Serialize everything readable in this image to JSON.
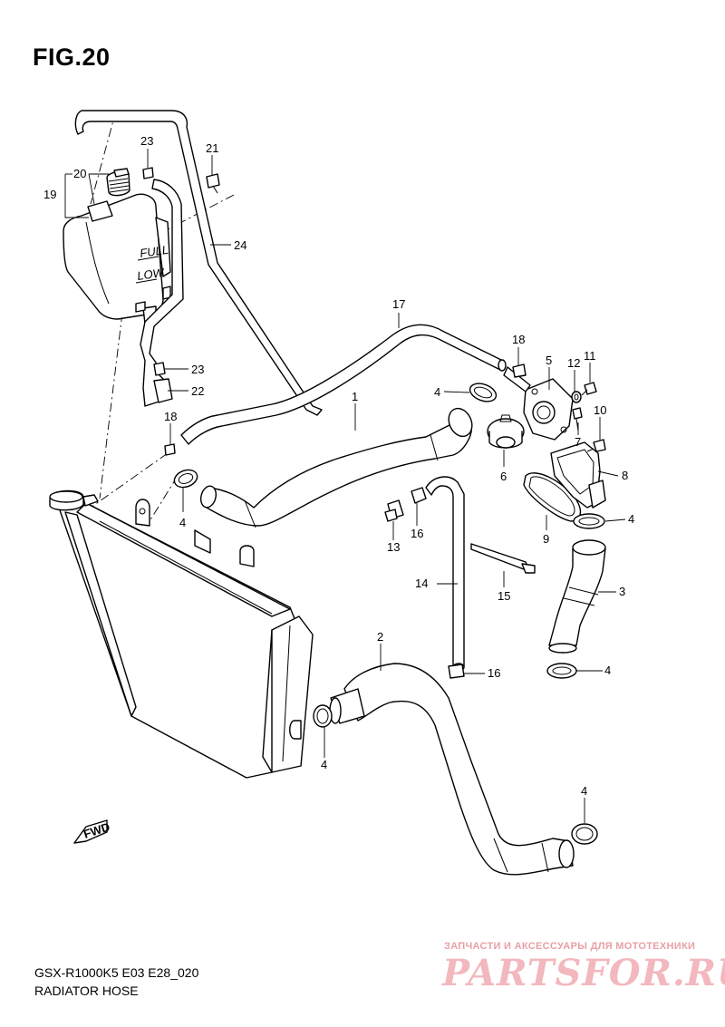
{
  "figure": {
    "title": "FIG.20"
  },
  "footer": {
    "model_code": "GSX-R1000K5 E03 E28_020",
    "section_name": "RADIATOR HOSE"
  },
  "tank_labels": {
    "full": "FULL",
    "low": "LOW"
  },
  "fwd_label": "FWD",
  "callouts": {
    "c1": "1",
    "c2": "2",
    "c3": "3",
    "c4a": "4",
    "c4b": "4",
    "c4c": "4",
    "c4d": "4",
    "c4e": "4",
    "c4f": "4",
    "c5": "5",
    "c6": "6",
    "c7": "7",
    "c8": "8",
    "c9": "9",
    "c10": "10",
    "c11": "11",
    "c12": "12",
    "c13": "13",
    "c14": "14",
    "c15": "15",
    "c16a": "16",
    "c16b": "16",
    "c17": "17",
    "c18a": "18",
    "c18b": "18",
    "c19": "19",
    "c20": "20",
    "c21": "21",
    "c22": "22",
    "c23a": "23",
    "c23b": "23",
    "c24": "24"
  },
  "watermark": {
    "caption": "ЗАПЧАСТИ И АКСЕССУАРЫ ДЛЯ МОТОТЕХНИКИ",
    "logo": "PARTSFOR.RU"
  }
}
